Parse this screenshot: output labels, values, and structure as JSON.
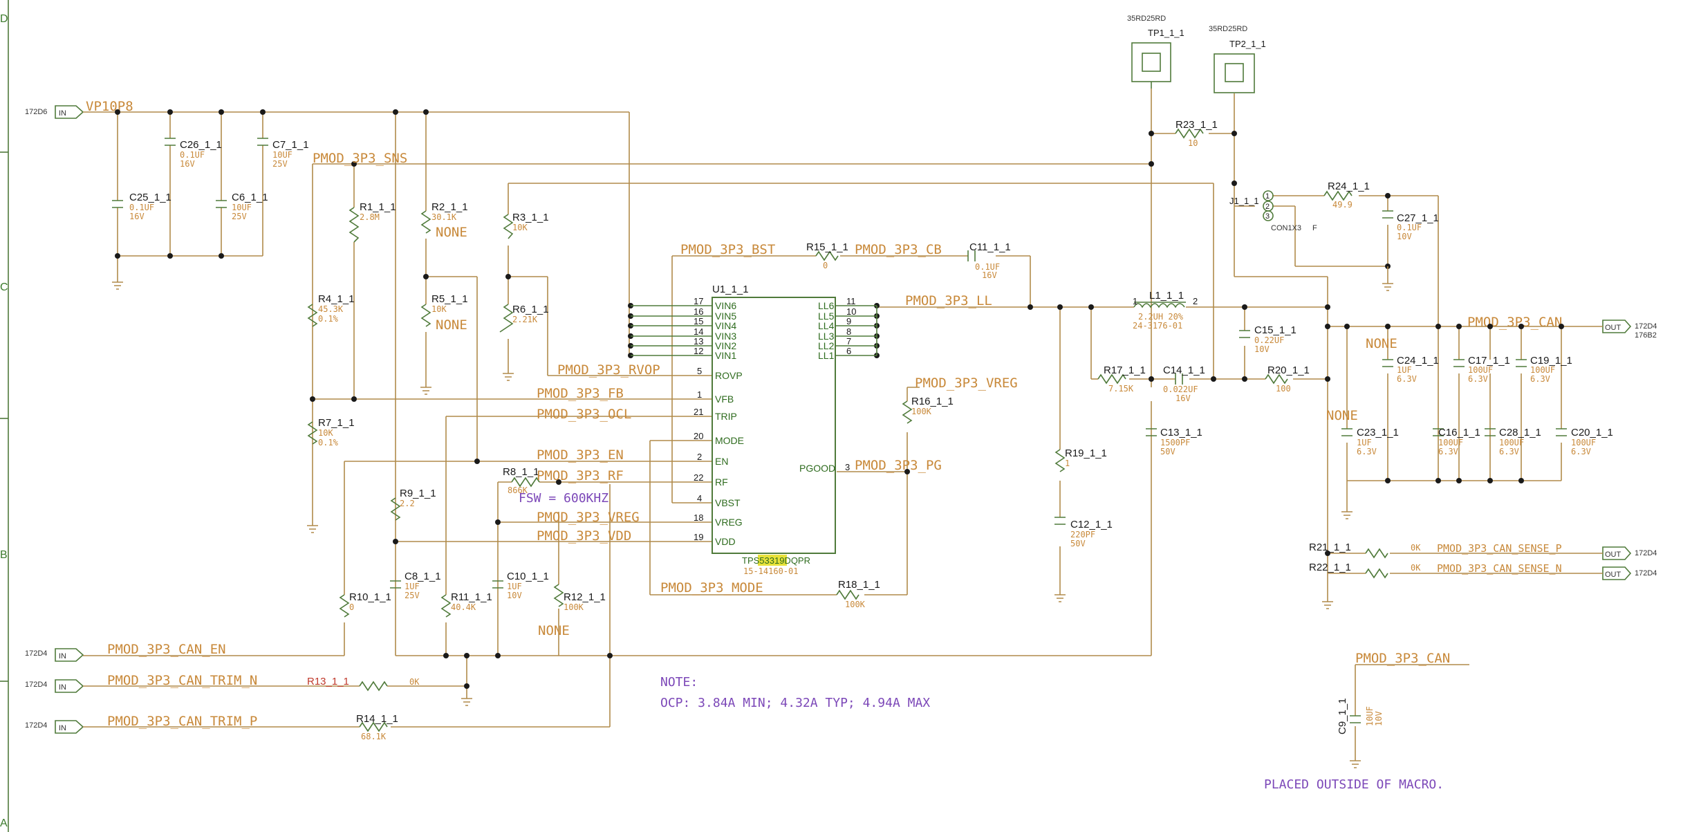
{
  "border_letters": [
    "D",
    "C",
    "B",
    "A"
  ],
  "ports_in": [
    {
      "ref": "172D6",
      "label": "IN",
      "net": "VP10P8"
    },
    {
      "ref": "172D4",
      "label": "IN",
      "net": "PMOD_3P3_CAN_EN"
    },
    {
      "ref": "172D4",
      "label": "IN",
      "net": "PMOD_3P3_CAN_TRIM_N"
    },
    {
      "ref": "172D4",
      "label": "IN",
      "net": "PMOD_3P3_CAN_TRIM_P"
    }
  ],
  "ports_out": [
    {
      "ref": "172D4",
      "ref2": "176B2",
      "label": "OUT",
      "net": "PMOD_3P3_CAN"
    },
    {
      "ref": "172D4",
      "label": "OUT",
      "net": "PMOD_3P3_CAN_SENSE_P"
    },
    {
      "ref": "172D4",
      "label": "OUT",
      "net": "PMOD_3P3_CAN_SENSE_N"
    }
  ],
  "nets": {
    "sns": "PMOD_3P3_SNS",
    "bst": "PMOD_3P3_BST",
    "cb": "PMOD_3P3_CB",
    "ll": "PMOD_3P3_LL",
    "rvop": "PMOD_3P3_RVOP",
    "fb": "PMOD_3P3_FB",
    "ocl": "PMOD_3P3_OCL",
    "en": "PMOD_3P3_EN",
    "rf": "PMOD_3P3_RF",
    "vreg": "PMOD_3P3_VREG",
    "vdd": "PMOD_3P3_VDD",
    "vreg2": "PMOD_3P3_VREG",
    "pg": "PMOD_3P3_PG",
    "mode": "PMOD_3P3_MODE",
    "can": "PMOD_3P3_CAN",
    "can2": "PMOD_3P3_CAN"
  },
  "ic": {
    "ref": "U1_1_1",
    "part": "TPS53319DQPR",
    "part_num": "15-14160-01",
    "left_pins": [
      {
        "num": "17",
        "name": "VIN6"
      },
      {
        "num": "16",
        "name": "VIN5"
      },
      {
        "num": "15",
        "name": "VIN4"
      },
      {
        "num": "14",
        "name": "VIN3"
      },
      {
        "num": "13",
        "name": "VIN2"
      },
      {
        "num": "12",
        "name": "VIN1"
      },
      {
        "num": "5",
        "name": "ROVP"
      },
      {
        "num": "1",
        "name": "VFB"
      },
      {
        "num": "21",
        "name": "TRIP"
      },
      {
        "num": "20",
        "name": "MODE"
      },
      {
        "num": "2",
        "name": "EN"
      },
      {
        "num": "22",
        "name": "RF"
      },
      {
        "num": "4",
        "name": "VBST"
      },
      {
        "num": "18",
        "name": "VREG"
      },
      {
        "num": "19",
        "name": "VDD"
      }
    ],
    "right_pins": [
      {
        "num": "11",
        "name": "LL6"
      },
      {
        "num": "10",
        "name": "LL5"
      },
      {
        "num": "9",
        "name": "LL4"
      },
      {
        "num": "8",
        "name": "LL3"
      },
      {
        "num": "7",
        "name": "LL2"
      },
      {
        "num": "6",
        "name": "LL1"
      },
      {
        "num": "3",
        "name": "PGOOD"
      }
    ]
  },
  "components": [
    {
      "ref": "C26_1_1",
      "v1": "0.1UF",
      "v2": "16V"
    },
    {
      "ref": "C7_1_1",
      "v1": "10UF",
      "v2": "25V"
    },
    {
      "ref": "C25_1_1",
      "v1": "0.1UF",
      "v2": "16V"
    },
    {
      "ref": "C6_1_1",
      "v1": "10UF",
      "v2": "25V"
    },
    {
      "ref": "R1_1_1",
      "v1": "2.8M",
      "v2": ""
    },
    {
      "ref": "R2_1_1",
      "v1": "30.1K",
      "v2": "NONE"
    },
    {
      "ref": "R3_1_1",
      "v1": "10K",
      "v2": ""
    },
    {
      "ref": "R4_1_1",
      "v1": "45.3K",
      "v2": "0.1%"
    },
    {
      "ref": "R5_1_1",
      "v1": "10K",
      "v2": "NONE"
    },
    {
      "ref": "R6_1_1",
      "v1": "2.21K",
      "v2": ""
    },
    {
      "ref": "R7_1_1",
      "v1": "10K",
      "v2": "0.1%"
    },
    {
      "ref": "R8_1_1",
      "v1": "866K",
      "v2": ""
    },
    {
      "ref": "R9_1_1",
      "v1": "2.2",
      "v2": ""
    },
    {
      "ref": "C8_1_1",
      "v1": "1UF",
      "v2": "25V"
    },
    {
      "ref": "R10_1_1",
      "v1": "0",
      "v2": ""
    },
    {
      "ref": "R11_1_1",
      "v1": "40.4K",
      "v2": ""
    },
    {
      "ref": "C10_1_1",
      "v1": "1UF",
      "v2": "10V"
    },
    {
      "ref": "R12_1_1",
      "v1": "100K",
      "v2": "NONE"
    },
    {
      "ref": "R13_1_1",
      "v1": "0K",
      "v2": ""
    },
    {
      "ref": "R14_1_1",
      "v1": "68.1K",
      "v2": ""
    },
    {
      "ref": "R15_1_1",
      "v1": "0",
      "v2": ""
    },
    {
      "ref": "C11_1_1",
      "v1": "0.1UF",
      "v2": "16V"
    },
    {
      "ref": "R16_1_1",
      "v1": "100K",
      "v2": ""
    },
    {
      "ref": "R18_1_1",
      "v1": "100K",
      "v2": ""
    },
    {
      "ref": "R19_1_1",
      "v1": "1",
      "v2": ""
    },
    {
      "ref": "C12_1_1",
      "v1": "220PF",
      "v2": "50V"
    },
    {
      "ref": "L1_1_1",
      "v1": "2.2UH 20%",
      "v2": "24-3176-01"
    },
    {
      "ref": "R17_1_1",
      "v1": "7.15K",
      "v2": ""
    },
    {
      "ref": "C14_1_1",
      "v1": "0.022UF",
      "v2": "16V"
    },
    {
      "ref": "C13_1_1",
      "v1": "1500PF",
      "v2": "50V"
    },
    {
      "ref": "C15_1_1",
      "v1": "0.22UF",
      "v2": "10V"
    },
    {
      "ref": "R20_1_1",
      "v1": "100",
      "v2": ""
    },
    {
      "ref": "R23_1_1",
      "v1": "10",
      "v2": ""
    },
    {
      "ref": "R24_1_1",
      "v1": "49.9",
      "v2": ""
    },
    {
      "ref": "C27_1_1",
      "v1": "0.1UF",
      "v2": "10V"
    },
    {
      "ref": "C24_1_1",
      "v1": "1UF",
      "v2": "6.3V"
    },
    {
      "ref": "C17_1_1",
      "v1": "100UF",
      "v2": "6.3V"
    },
    {
      "ref": "C19_1_1",
      "v1": "100UF",
      "v2": "6.3V"
    },
    {
      "ref": "C23_1_1",
      "v1": "1UF",
      "v2": "6.3V"
    },
    {
      "ref": "C16_1_1",
      "v1": "100UF",
      "v2": "6.3V"
    },
    {
      "ref": "C28_1_1",
      "v1": "100UF",
      "v2": "6.3V"
    },
    {
      "ref": "C20_1_1",
      "v1": "100UF",
      "v2": "6.3V"
    },
    {
      "ref": "R21_1_1",
      "v1": "0K",
      "v2": ""
    },
    {
      "ref": "R22_1_1",
      "v1": "0K",
      "v2": ""
    },
    {
      "ref": "C9_1_1",
      "v1": "10UF",
      "v2": "10V"
    }
  ],
  "testpoints": [
    {
      "ref": "TP1_1_1",
      "part": "35RD25RD"
    },
    {
      "ref": "TP2_1_1",
      "part": "35RD25RD"
    }
  ],
  "connector": {
    "ref": "J1_1_1",
    "part": "CON1X3",
    "suffix": "F",
    "pins": [
      "1",
      "2",
      "3"
    ]
  },
  "misc": {
    "none1": "NONE",
    "none2": "NONE",
    "l1_pin1": "1",
    "l1_pin2": "2"
  },
  "fsw_note": "FSW = 600KHZ",
  "note_title": "NOTE:",
  "note_body": "OCP: 3.84A MIN; 4.32A TYP; 4.94A MAX",
  "placed_note": "PLACED OUTSIDE OF MACRO."
}
